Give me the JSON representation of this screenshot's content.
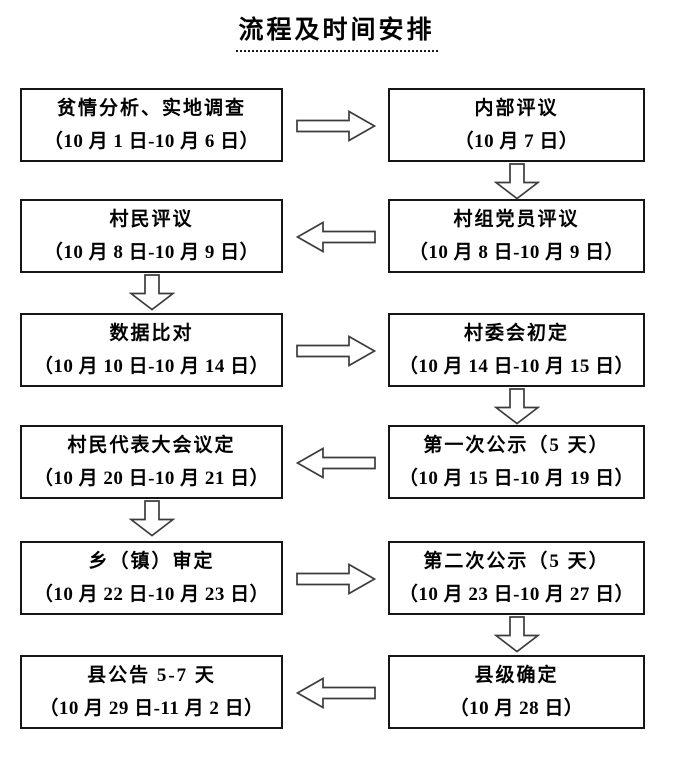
{
  "title": "流程及时间安排",
  "steps": [
    {
      "name": "贫情分析、实地调查",
      "date": "（10 月 1 日-10 月 6 日）"
    },
    {
      "name": "内部评议",
      "date": "（10 月 7 日）"
    },
    {
      "name": "村组党员评议",
      "date": "（10 月 8 日-10 月 9 日）"
    },
    {
      "name": "村民评议",
      "date": "（10 月 8 日-10 月 9 日）"
    },
    {
      "name": "数据比对",
      "date": "（10 月 10 日-10 月 14 日）"
    },
    {
      "name": "村委会初定",
      "date": "（10 月 14 日-10 月 15 日）"
    },
    {
      "name": "第一次公示（5 天）",
      "date": "（10 月 15 日-10 月 19 日）"
    },
    {
      "name": "村民代表大会议定",
      "date": "（10 月 20 日-10 月 21 日）"
    },
    {
      "name": "乡（镇）审定",
      "date": "（10 月 22 日-10 月 23 日）"
    },
    {
      "name": "第二次公示（5 天）",
      "date": "（10 月 23 日-10 月 27 日）"
    },
    {
      "name": "县级确定",
      "date": "（10 月 28 日）"
    },
    {
      "name": "县公告 5-7 天",
      "date": "（10 月 29 日-11 月 2 日）"
    }
  ],
  "connections": [
    {
      "from": "贫情分析、实地调查",
      "to": "内部评议",
      "direction": "right"
    },
    {
      "from": "内部评议",
      "to": "村组党员评议",
      "direction": "down"
    },
    {
      "from": "村组党员评议",
      "to": "村民评议",
      "direction": "left"
    },
    {
      "from": "村民评议",
      "to": "数据比对",
      "direction": "down"
    },
    {
      "from": "数据比对",
      "to": "村委会初定",
      "direction": "right"
    },
    {
      "from": "村委会初定",
      "to": "第一次公示（5 天）",
      "direction": "down"
    },
    {
      "from": "第一次公示（5 天）",
      "to": "村民代表大会议定",
      "direction": "left"
    },
    {
      "from": "村民代表大会议定",
      "to": "乡（镇）审定",
      "direction": "down"
    },
    {
      "from": "乡（镇）审定",
      "to": "第二次公示（5 天）",
      "direction": "right"
    },
    {
      "from": "第二次公示（5 天）",
      "to": "县级确定",
      "direction": "down"
    },
    {
      "from": "县级确定",
      "to": "县公告 5-7 天",
      "direction": "left"
    }
  ],
  "colors": {
    "text": "#000000",
    "box_border": "#161616",
    "arrow_outline": "#3c3c3c",
    "background": "#ffffff"
  }
}
